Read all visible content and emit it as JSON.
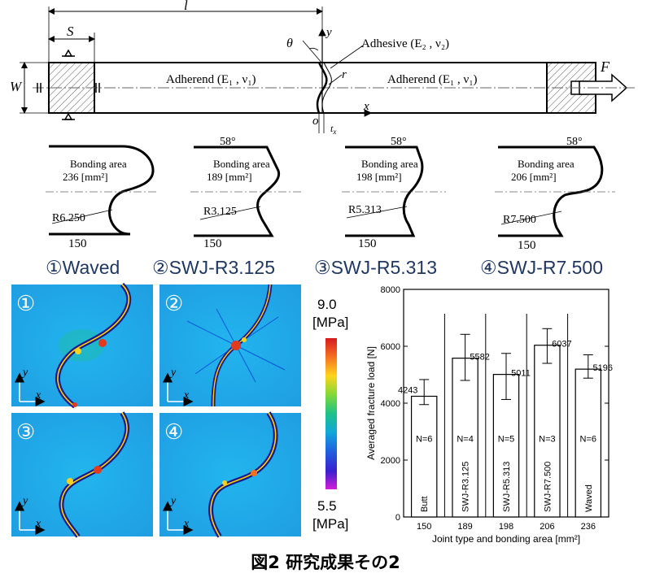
{
  "schematic": {
    "dim_l": "l",
    "dim_S": "S",
    "dim_W": "W",
    "theta": "θ",
    "axis_y": "y",
    "axis_x": "x",
    "origin": "o",
    "r_label": "r",
    "tx_label": "t",
    "tx_sub": "x",
    "F_label": "F",
    "adhesive_label": "Adhesive (E₂ , ν₂)",
    "adherend_left": "Adherend (E₁ , ν₁)",
    "adherend_right": "Adherend (E₁ , ν₁)"
  },
  "profiles": [
    {
      "bonding_area_title": "Bonding area",
      "bonding_area_value": "236 [mm²]",
      "radius": "R6.250",
      "length": "150",
      "angle": ""
    },
    {
      "bonding_area_title": "Bonding area",
      "bonding_area_value": "189 [mm²]",
      "radius": "R3.125",
      "length": "150",
      "angle": "58°"
    },
    {
      "bonding_area_title": "Bonding area",
      "bonding_area_value": "198 [mm²]",
      "radius": "R5.313",
      "length": "150",
      "angle": "58°"
    },
    {
      "bonding_area_title": "Bonding area",
      "bonding_area_value": "206 [mm²]",
      "radius": "R7.500",
      "length": "150",
      "angle": "58°"
    }
  ],
  "case_labels": [
    "①Waved",
    "②SWJ-R3.125",
    "③SWJ-R5.313",
    "④SWJ-R7.500"
  ],
  "contour": {
    "panel_numbers": [
      "①",
      "②",
      "③",
      "④"
    ],
    "axis_y": "y",
    "axis_x": "x",
    "max_value": "9.0",
    "min_value": "5.5",
    "unit": "[MPa]"
  },
  "chart_data": {
    "type": "bar",
    "ylabel": "Averaged fracture load [N]",
    "xlabel": "Joint type and bonding area [mm²]",
    "ylim": [
      0,
      8000
    ],
    "yticks": [
      "0",
      "2000",
      "4000",
      "6000",
      "8000"
    ],
    "categories": [
      "150",
      "189",
      "198",
      "206",
      "236"
    ],
    "names": [
      "Butt",
      "SWJ-R3.125",
      "SWJ-R5.313",
      "SWJ-R7.500",
      "Waved"
    ],
    "values": [
      4243,
      5582,
      5011,
      6037,
      5196
    ],
    "value_labels": [
      "4243",
      "5582",
      "5011",
      "6037",
      "5196"
    ],
    "err_low": [
      3950,
      4800,
      4130,
      5400,
      4880
    ],
    "err_high": [
      4830,
      6420,
      5750,
      6620,
      5700
    ],
    "n_labels": [
      "N=6",
      "N=4",
      "N=5",
      "N=3",
      "N=6"
    ]
  },
  "caption": "図2 研究成果その2"
}
